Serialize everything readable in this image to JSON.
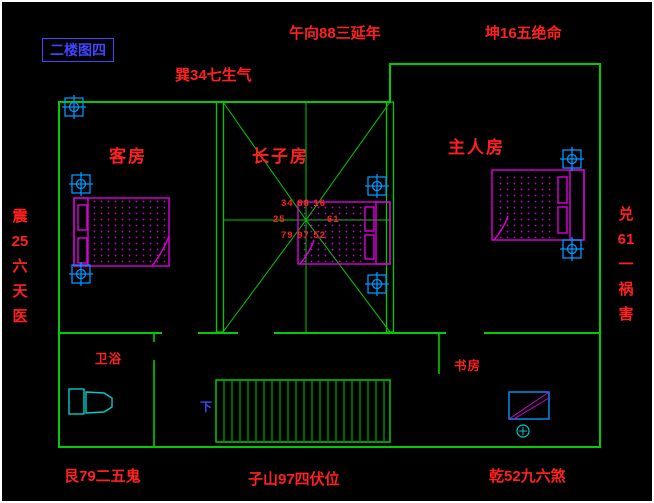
{
  "colors": {
    "wall": "#00cc00",
    "label": "#ff2020",
    "blue": "#4343ff",
    "bed": "#dd00dd",
    "fixture": "#0098ff",
    "cyan": "#00cccc"
  },
  "title_box": "二楼图四",
  "compass": {
    "top_center": "午向88三延年",
    "top_right": "坤16五绝命",
    "upper_left": "巽34七生气",
    "left_lines": [
      "震",
      "25",
      "六",
      "天",
      "医"
    ],
    "right_lines": [
      "兑",
      "61",
      "一",
      "祸",
      "害"
    ],
    "bottom_left": "艮79二五鬼",
    "bottom_center": "子山97四伏位",
    "bottom_right": "乾52九六煞"
  },
  "rooms": {
    "guest": "客房",
    "eldest": "长子房",
    "master": "主人房",
    "bath": "卫浴",
    "study": "书房"
  },
  "center_grid": {
    "row_top": "34 88 16",
    "mid_left": "25",
    "mid_right": "61",
    "row_bottom": "79 97 52"
  },
  "stairs": {
    "label": "下"
  }
}
